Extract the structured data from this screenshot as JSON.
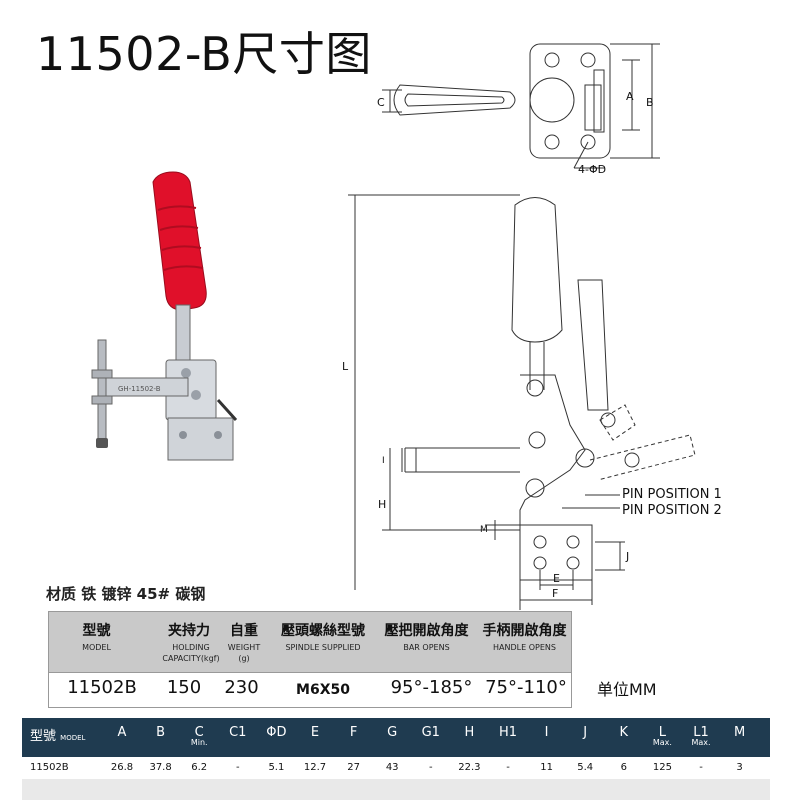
{
  "title": "11502-B尺寸图",
  "material": "材质 铁 镀锌 45# 碳钢",
  "unit": "单位MM",
  "photo": {
    "label": "GH-11502-B"
  },
  "drawing": {
    "labels": {
      "c": "C",
      "a": "A",
      "b": "B",
      "phi_d": "4-ΦD",
      "l": "L",
      "i": "I",
      "h": "H",
      "m": "M",
      "j": "J",
      "e": "E",
      "f": "F",
      "pin1": "PIN POSITION 1",
      "pin2": "PIN POSITION 2"
    }
  },
  "spec_table": {
    "headers": [
      {
        "zh": "型號",
        "en": "MODEL"
      },
      {
        "zh": "夹持力",
        "en": "HOLDING CAPACITY(kgf)"
      },
      {
        "zh": "自重",
        "en": "WEIGHT (g)"
      },
      {
        "zh": "壓頭螺絲型號",
        "en": "SPINDLE SUPPLIED"
      },
      {
        "zh": "壓把開啟角度",
        "en": "BAR OPENS"
      },
      {
        "zh": "手柄開啟角度",
        "en": "HANDLE OPENS"
      }
    ],
    "values": [
      "11502B",
      "150",
      "230",
      "M6X50",
      "95°-185°",
      "75°-110°"
    ]
  },
  "dim_table": {
    "model_header": "型號",
    "model_header_en": "MODEL",
    "headers": [
      {
        "label": "A",
        "sub": ""
      },
      {
        "label": "B",
        "sub": ""
      },
      {
        "label": "C",
        "sub": "Min."
      },
      {
        "label": "C1",
        "sub": ""
      },
      {
        "label": "ΦD",
        "sub": ""
      },
      {
        "label": "E",
        "sub": ""
      },
      {
        "label": "F",
        "sub": ""
      },
      {
        "label": "G",
        "sub": ""
      },
      {
        "label": "G1",
        "sub": ""
      },
      {
        "label": "H",
        "sub": ""
      },
      {
        "label": "H1",
        "sub": ""
      },
      {
        "label": "I",
        "sub": ""
      },
      {
        "label": "J",
        "sub": ""
      },
      {
        "label": "K",
        "sub": ""
      },
      {
        "label": "L",
        "sub": "Max."
      },
      {
        "label": "L1",
        "sub": "Max."
      },
      {
        "label": "M",
        "sub": ""
      }
    ],
    "row": {
      "model": "11502B",
      "values": [
        "26.8",
        "37.8",
        "6.2",
        "-",
        "5.1",
        "12.7",
        "27",
        "43",
        "-",
        "22.3",
        "-",
        "11",
        "5.4",
        "6",
        "125",
        "-",
        "3"
      ]
    }
  },
  "colors": {
    "header_dark": "#1f3b50",
    "header_grey": "#c9c9c9",
    "handle_red": "#e0102a",
    "metal": "#c8ccd2",
    "line": "#333333"
  }
}
